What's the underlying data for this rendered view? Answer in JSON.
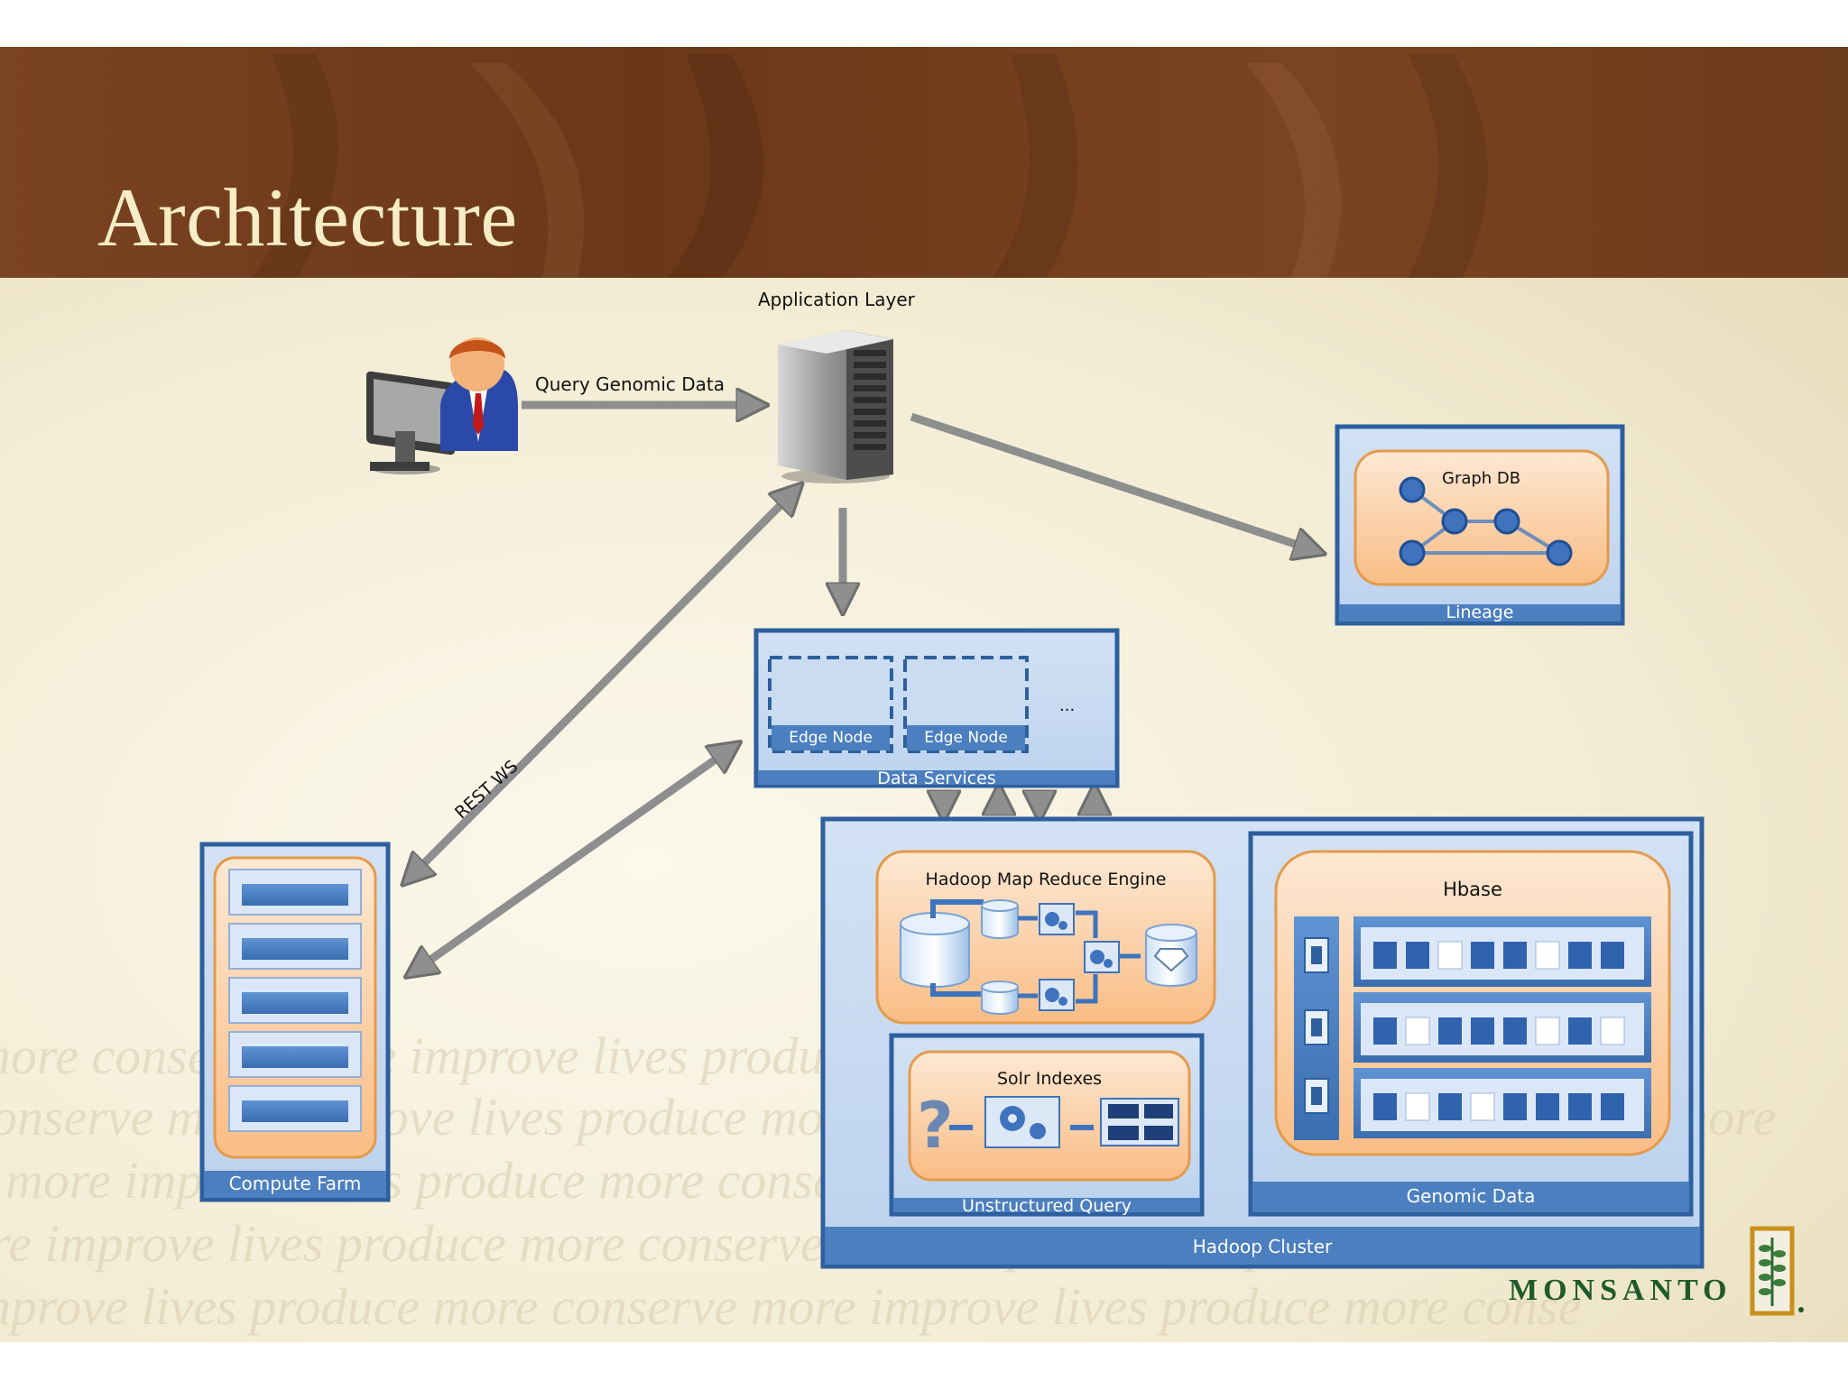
{
  "slide_title": "Architecture",
  "labels": {
    "application_layer": "Application Layer",
    "query_genomic_data": "Query Genomic Data",
    "graph_db": "Graph DB",
    "lineage": "Lineage",
    "edge_node_1": "Edge Node",
    "edge_node_2": "Edge Node",
    "ellipsis": "...",
    "data_services": "Data Services",
    "rest_ws": "REST WS",
    "compute_farm": "Compute Farm",
    "hadoop_map_reduce": "Hadoop Map Reduce Engine",
    "hbase": "Hbase",
    "solr_indexes": "Solr Indexes",
    "unstructured_query": "Unstructured Query",
    "genomic_data": "Genomic Data",
    "hadoop_cluster": "Hadoop Cluster"
  },
  "logo_text": "MONSANTO",
  "watermark_text": "conserve more improve lives produce more conserve more improve lives produce more",
  "colors": {
    "banner": "#6e3b1f",
    "box_fill": "#c6d9f0",
    "box_border": "#2e5f9e",
    "bar_fill": "#4b7fbf",
    "orange_fill": "#fbcfa0",
    "orange_border": "#e59a4b",
    "arrow": "#9a9a9a"
  },
  "icons": [
    "user-at-computer-icon",
    "server-tower-icon",
    "graph-nodes-icon",
    "gear-icon",
    "database-cylinder-icon",
    "question-mark-icon",
    "rack-server-icon"
  ]
}
